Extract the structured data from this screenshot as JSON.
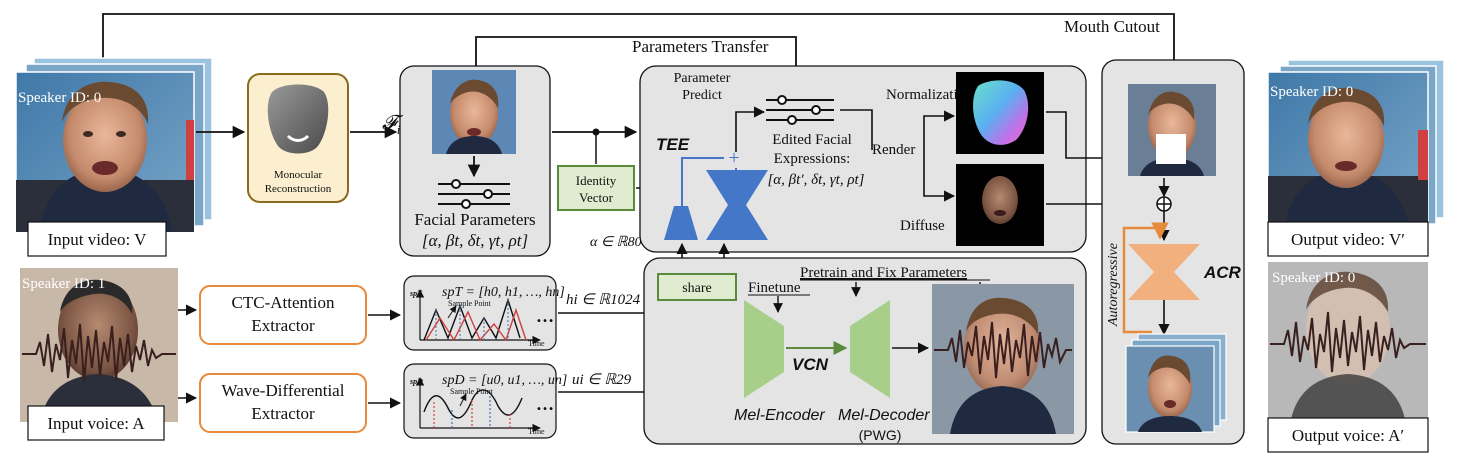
{
  "labels": {
    "mouth_cutout": "Mouth Cutout",
    "parameters_transfer": "Parameters Transfer",
    "speaker_id_input": "Speaker ID: 0",
    "speaker_id_voice": "Speaker ID: 1",
    "speaker_id_output": "Speaker ID: 0",
    "speaker_id_output_voice": "Speaker ID: 0",
    "input_video": "Input video: V",
    "input_voice": "Input voice: A",
    "output_video": "Output video: V′",
    "output_voice": "Output voice: A′",
    "monocular_reconstruction_1": "Monocular",
    "monocular_reconstruction_2": "Reconstruction",
    "fi": "𝓕",
    "fi_sub": "i",
    "facial_parameters": "Facial Parameters",
    "facial_params_formula": "[α, βt, δt, γt, ρt]",
    "identity_vector_1": "Identity",
    "identity_vector_2": "Vector",
    "alpha_dim": "α ∈ ℝ80",
    "tee": "TEE",
    "parameter_predict_1": "Parameter",
    "parameter_predict_2": "Predict",
    "edited_1": "Edited Facial",
    "edited_2": "Expressions:",
    "edited_formula": "[α, βt′, δt, γt, ρt]",
    "normalization": "Normalization",
    "render": "Render",
    "diffuse": "Diffuse",
    "autoregressive": "Autoregressive",
    "acr": "ACR",
    "ctc_1": "CTC-Attention",
    "ctc_2": "Extractor",
    "wave_1": "Wave-Differential",
    "wave_2": "Extractor",
    "spT_tag": "spT",
    "spT_formula": "spT = [h0, h1, …, hn]",
    "spD_tag": "spD",
    "spD_formula": "spD = [u0, u1, …, un]",
    "sample_point": "Sample Point",
    "time": "Time",
    "ellipsis": "…",
    "h_dim": "hi ∈ ℝ1024",
    "u_dim": "ui ∈ ℝ29",
    "share": "share",
    "pretrain_fix": "Pretrain and Fix Parameters",
    "finetune": "Finetune",
    "vcn": "VCN",
    "mel_encoder": "Mel-Encoder",
    "mel_decoder": "Mel-Decoder",
    "pwg": "(PWG)",
    "plus": "+"
  },
  "colors": {
    "panel_fill": "#e4e4e4",
    "orange": "#e68a3c",
    "green": "#5a8a3c",
    "green_fill": "#dfeccf",
    "blue": "#4577c9",
    "light_green": "#a7cf8a",
    "peach": "#f2b07e",
    "recon_fill": "#fcefd0",
    "recon_stroke": "#8a6a1c"
  }
}
